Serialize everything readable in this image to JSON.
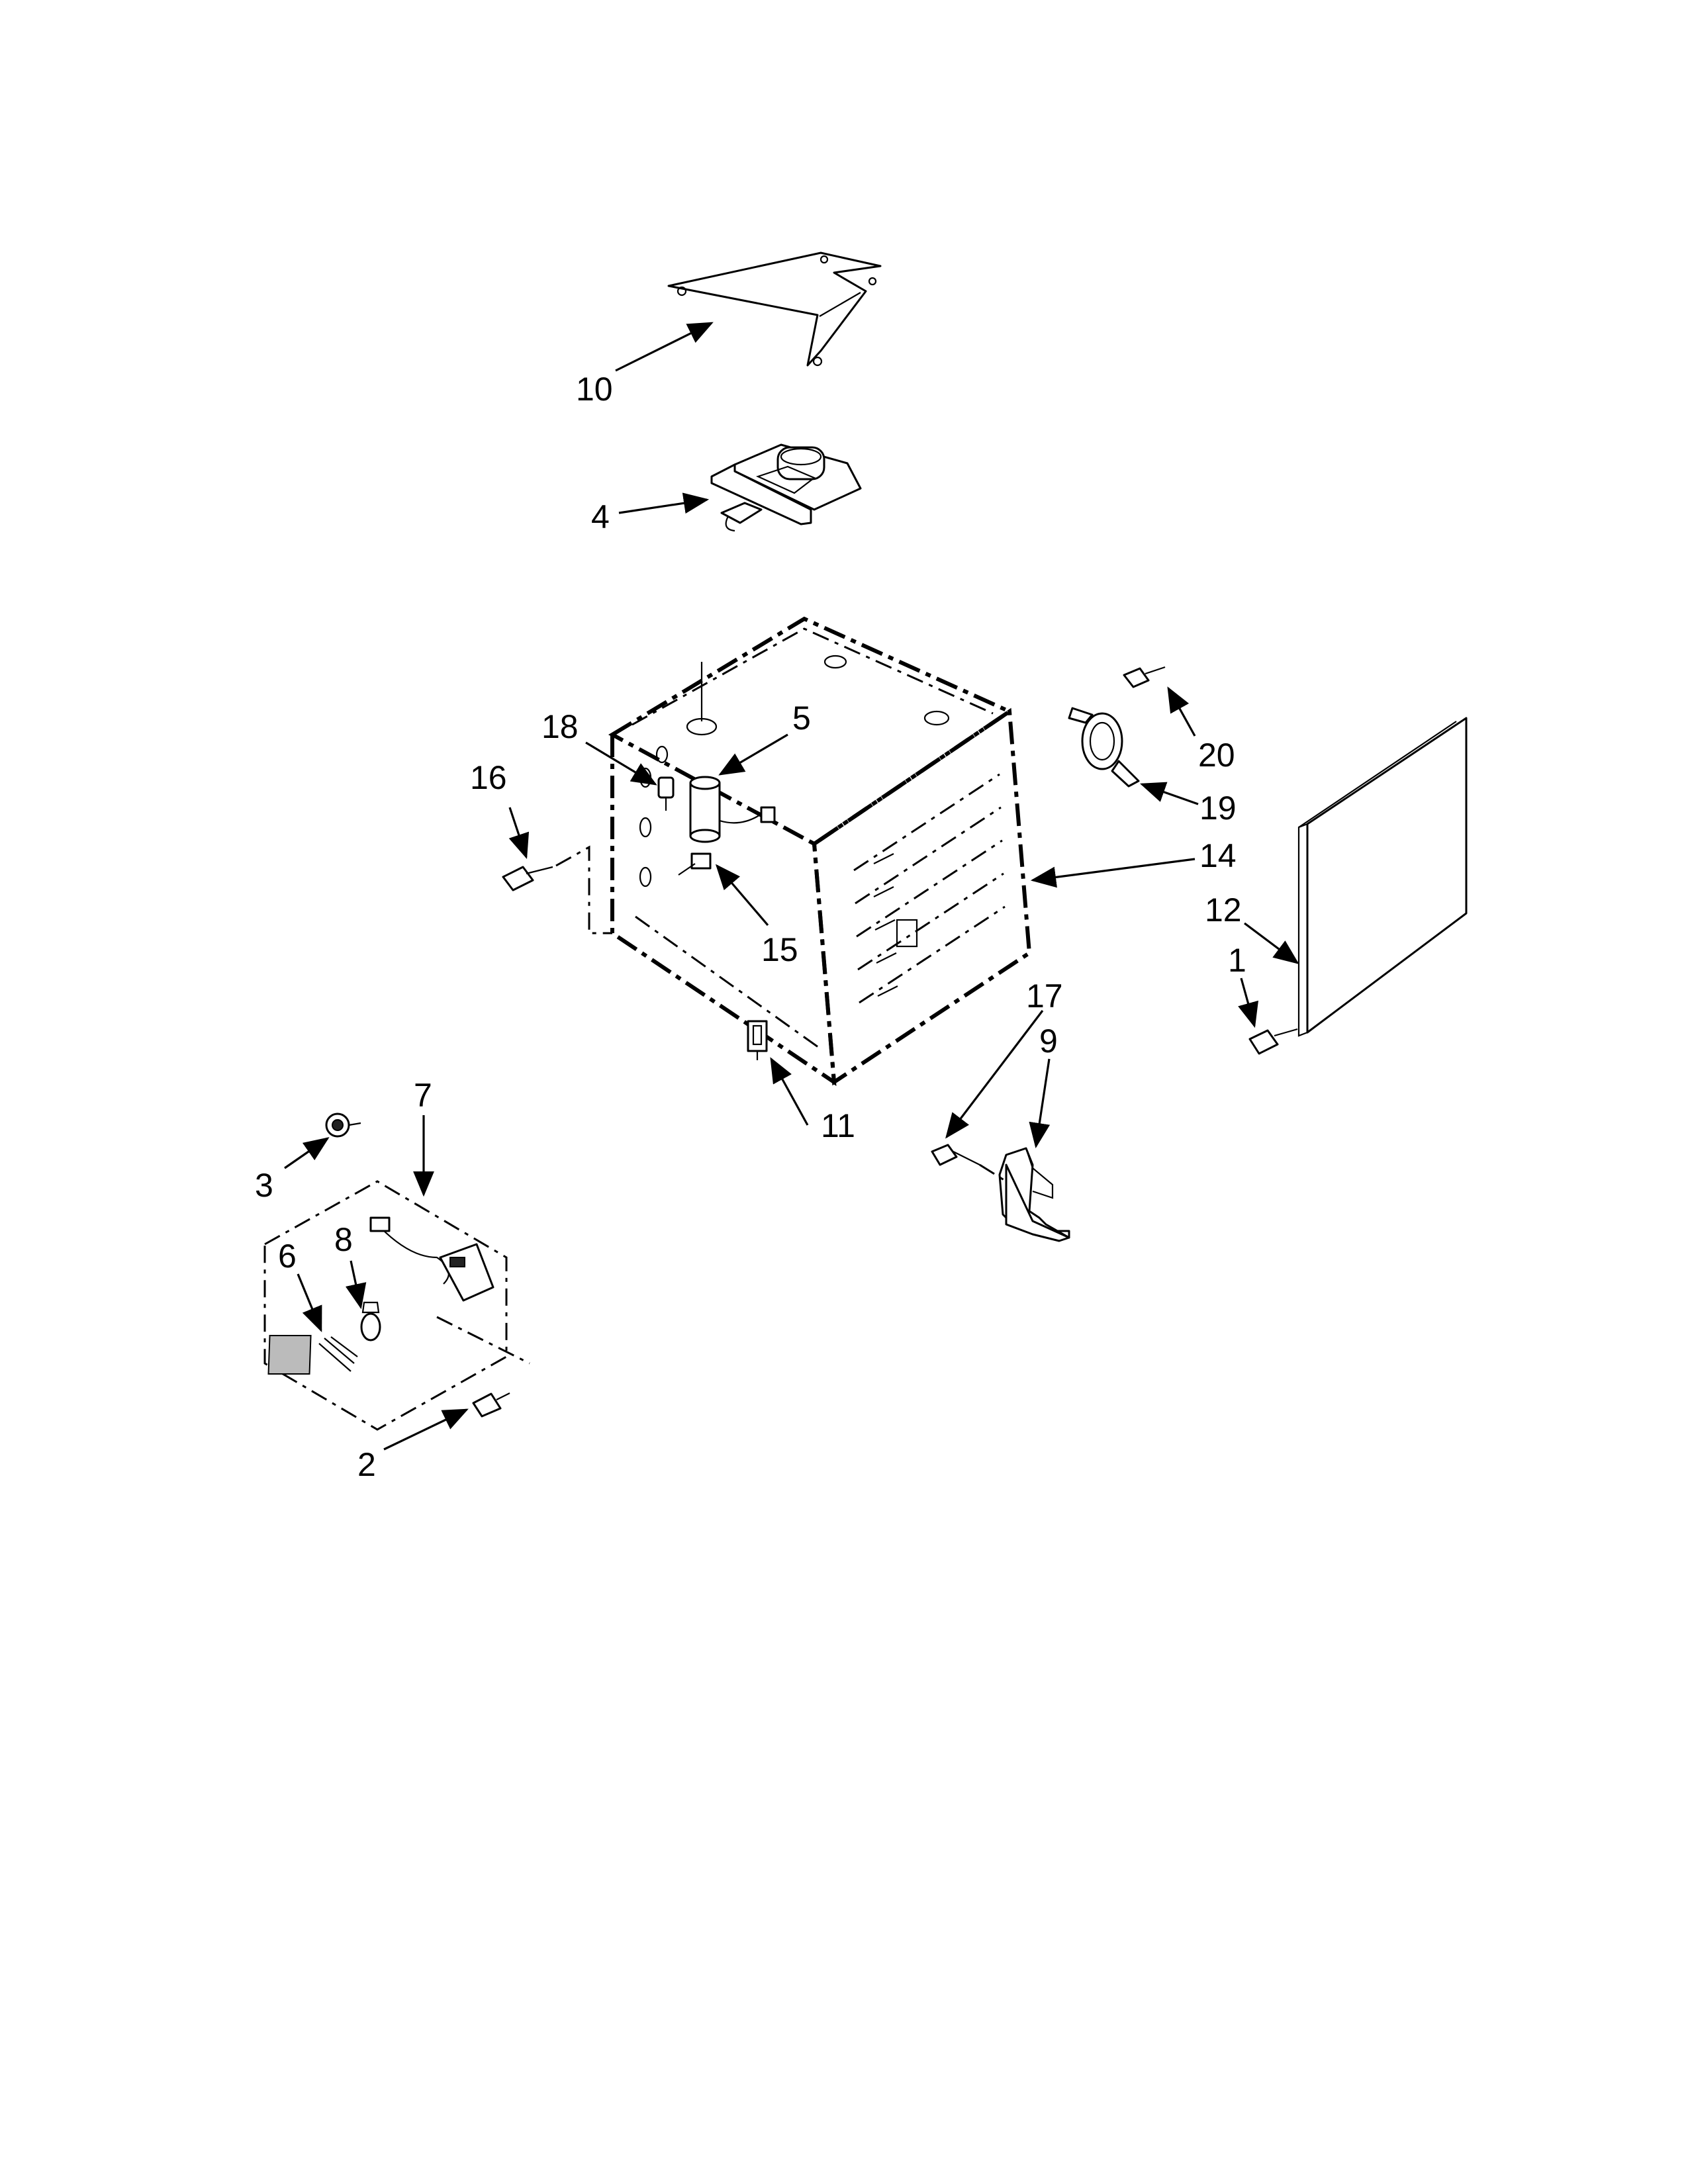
{
  "callouts": [
    {
      "id": "c10",
      "label": "10"
    },
    {
      "id": "c4",
      "label": "4"
    },
    {
      "id": "c18",
      "label": "18"
    },
    {
      "id": "c5",
      "label": "5"
    },
    {
      "id": "c16",
      "label": "16"
    },
    {
      "id": "c15",
      "label": "15"
    },
    {
      "id": "c20",
      "label": "20"
    },
    {
      "id": "c19",
      "label": "19"
    },
    {
      "id": "c14",
      "label": "14"
    },
    {
      "id": "c12",
      "label": "12"
    },
    {
      "id": "c1",
      "label": "1"
    },
    {
      "id": "c17",
      "label": "17"
    },
    {
      "id": "c9",
      "label": "9"
    },
    {
      "id": "c11",
      "label": "11"
    },
    {
      "id": "c7",
      "label": "7"
    },
    {
      "id": "c3",
      "label": "3"
    },
    {
      "id": "c8",
      "label": "8"
    },
    {
      "id": "c6",
      "label": "6"
    },
    {
      "id": "c2",
      "label": "2"
    }
  ]
}
